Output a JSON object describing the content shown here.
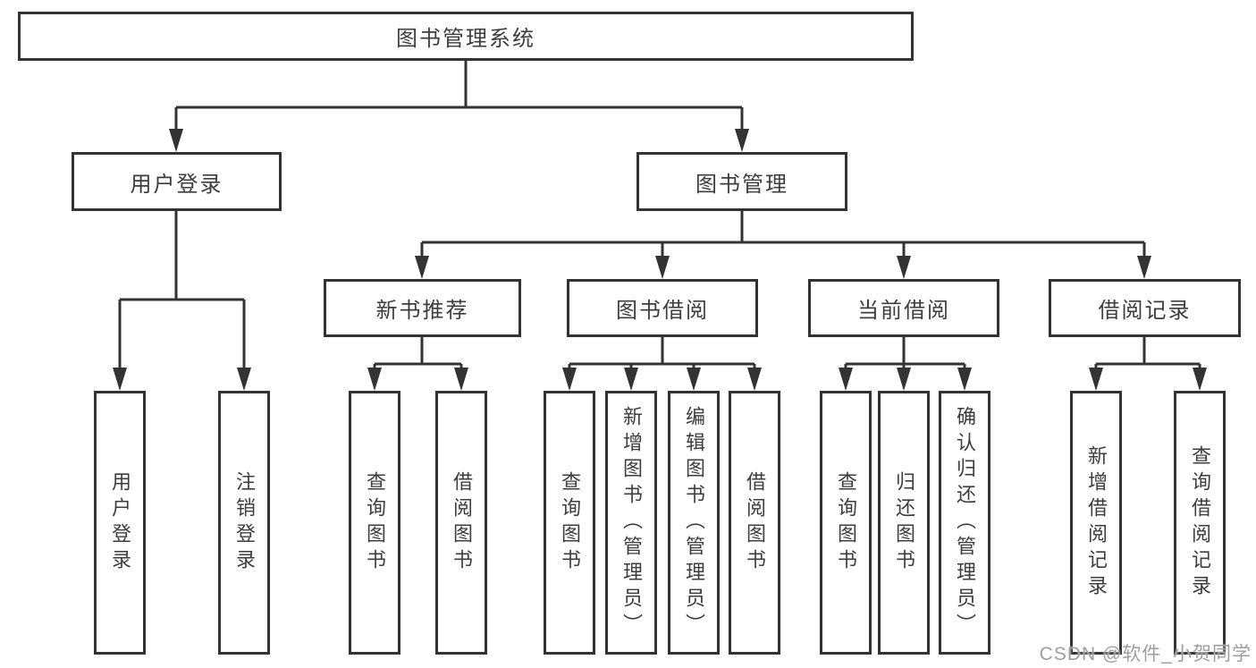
{
  "title": {
    "label": "图书管理系统"
  },
  "nodes": {
    "user_login": {
      "label": "用户登录"
    },
    "book_mgmt": {
      "label": "图书管理"
    },
    "new_books": {
      "label": "新书推荐"
    },
    "borrow": {
      "label": "图书借阅"
    },
    "current": {
      "label": "当前借阅"
    },
    "records": {
      "label": "借阅记录"
    }
  },
  "leaves": {
    "user_login": [
      "用户登录",
      "注销登录"
    ],
    "new_books": [
      "查询图书",
      "借阅图书"
    ],
    "borrow": [
      "查询图书",
      "新增图书（管理员）",
      "编辑图书（管理员）",
      "借阅图书"
    ],
    "current": [
      "查询图书",
      "归还图书",
      "确认归还（管理员）"
    ],
    "records": [
      "新增借阅记录",
      "查询借阅记录"
    ]
  },
  "watermark": "CSDN @软件_小贺同学",
  "colors": {
    "line": "#333333",
    "text": "#3d3d3d",
    "background": "#ffffff",
    "watermark": "#9e9e9e"
  }
}
